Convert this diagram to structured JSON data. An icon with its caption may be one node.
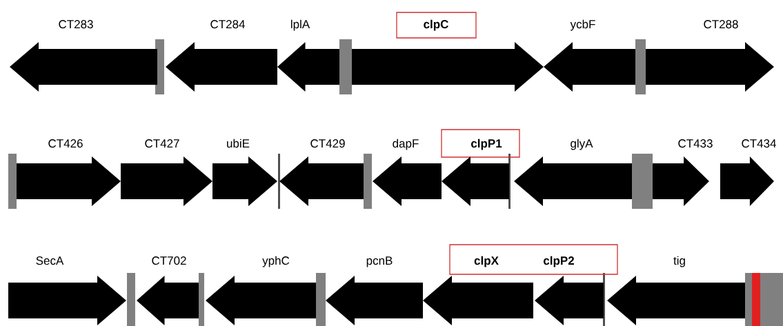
{
  "diagram": {
    "nodes": [
      {
        "text": [
          "CT283"
        ]
      },
      {
        "text": [
          "CT284"
        ]
      },
      {
        "text": [
          "lplA"
        ]
      },
      {
        "text": [
          "clpC"
        ]
      },
      {
        "text": [
          "ycbF"
        ]
      },
      {
        "text": [
          "CT288"
        ]
      },
      {
        "text": [
          "CT426"
        ]
      },
      {
        "text": [
          "CT427"
        ]
      },
      {
        "text": [
          "ubiE"
        ]
      },
      {
        "text": [
          "CT429"
        ]
      },
      {
        "text": [
          "dapF"
        ]
      },
      {
        "text": [
          "clpP1"
        ]
      },
      {
        "text": [
          "glyA"
        ]
      },
      {
        "text": [
          "CT433"
        ]
      },
      {
        "text": [
          "CT434"
        ]
      },
      {
        "text": [
          "SecA"
        ]
      },
      {
        "text": [
          "CT702"
        ]
      },
      {
        "text": [
          "yphC"
        ]
      },
      {
        "text": [
          "pcnB"
        ]
      },
      {
        "text": [
          "clpX"
        ]
      },
      {
        "text": [
          "clpP2"
        ]
      },
      {
        "text": [
          "tig"
        ]
      }
    ]
  }
}
